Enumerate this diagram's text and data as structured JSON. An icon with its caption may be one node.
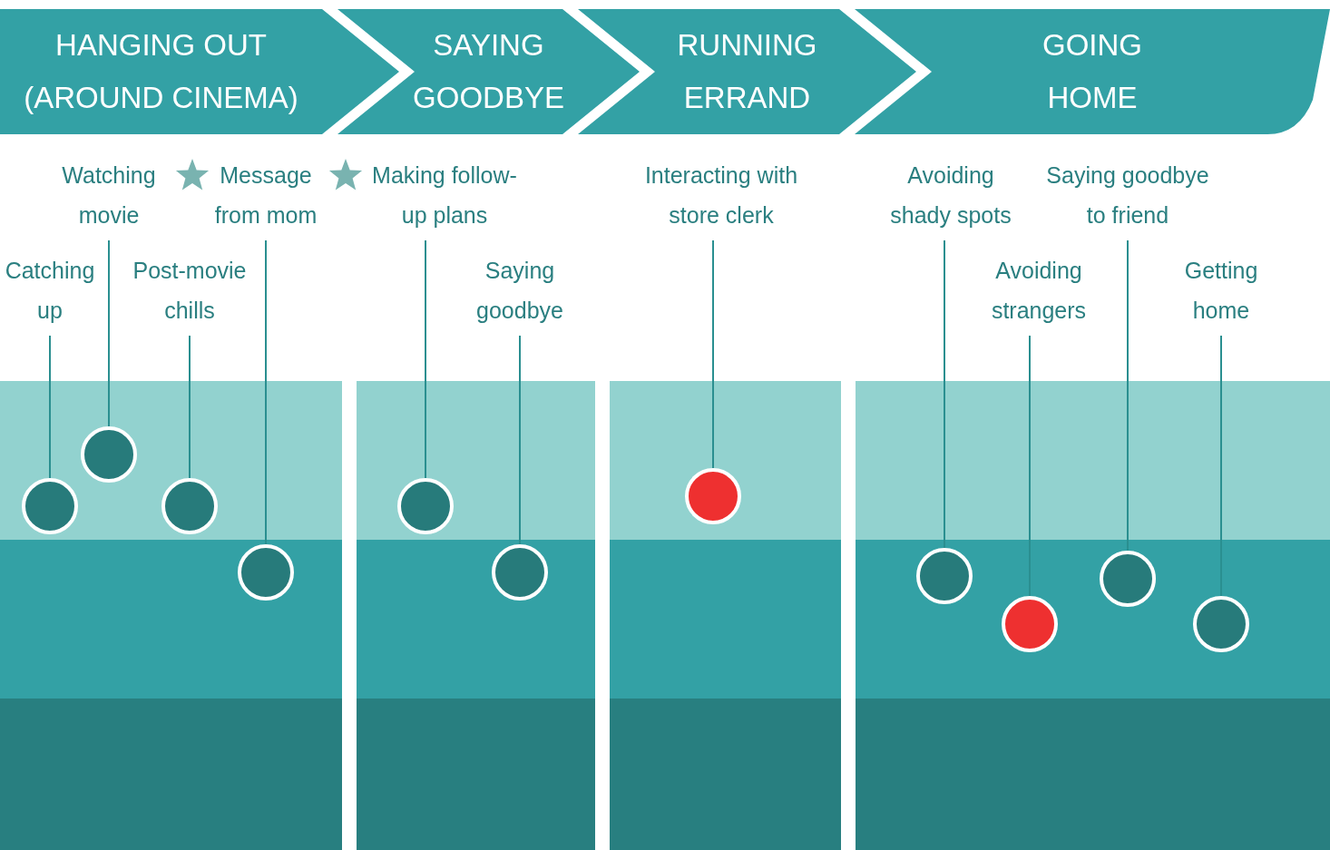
{
  "diagram": {
    "nodes": [
      {
        "text": [
          "HANGING OUT (AROUND CINEMA)"
        ]
      },
      {
        "text": [
          "SAYING GOODBYE"
        ]
      },
      {
        "text": [
          "RUNNING ERRAND"
        ]
      },
      {
        "text": [
          "GOING HOME"
        ]
      },
      {
        "text": [
          "Watching movie"
        ]
      },
      {
        "text": [
          "Message from mom"
        ]
      },
      {
        "text": [
          "Making follow-up plans"
        ]
      },
      {
        "text": [
          "Interacting with store clerk"
        ]
      },
      {
        "text": [
          "Avoiding shady spots"
        ]
      },
      {
        "text": [
          "Saying goodbye to friend"
        ]
      },
      {
        "text": [
          "Catching up"
        ]
      },
      {
        "text": [
          "Post-movie chills"
        ]
      },
      {
        "text": [
          "Saying goodbye"
        ]
      },
      {
        "text": [
          "Avoiding strangers"
        ]
      },
      {
        "text": [
          "Getting home"
        ]
      },
      {
        "text": [],
        "shape": "circle"
      },
      {
        "text": [],
        "shape": "circle"
      },
      {
        "text": [],
        "shape": "circle"
      },
      {
        "text": [],
        "shape": "circle"
      },
      {
        "text": [],
        "shape": "circle"
      },
      {
        "text": [],
        "shape": "circle"
      },
      {
        "text": [],
        "shape": "circle"
      },
      {
        "text": [],
        "shape": "circle"
      },
      {
        "text": [],
        "shape": "circle"
      },
      {
        "text": [],
        "shape": "circle"
      },
      {
        "text": [],
        "shape": "circle"
      }
    ],
    "edges": [
      {
        "from": 10,
        "to": 15,
        "arrow": "none"
      },
      {
        "from": 4,
        "to": 16,
        "arrow": "none"
      },
      {
        "from": 11,
        "to": 17,
        "arrow": "none"
      },
      {
        "from": 5,
        "to": 18,
        "arrow": "none"
      },
      {
        "from": 6,
        "to": 19,
        "arrow": "none"
      },
      {
        "from": 12,
        "to": 20,
        "arrow": "none"
      },
      {
        "from": 7,
        "to": 21,
        "arrow": "none"
      },
      {
        "from": 8,
        "to": 22,
        "arrow": "none"
      },
      {
        "from": 13,
        "to": 23,
        "arrow": "none"
      },
      {
        "from": 9,
        "to": 24,
        "arrow": "none"
      },
      {
        "from": 14,
        "to": 25,
        "arrow": "none"
      }
    ]
  }
}
